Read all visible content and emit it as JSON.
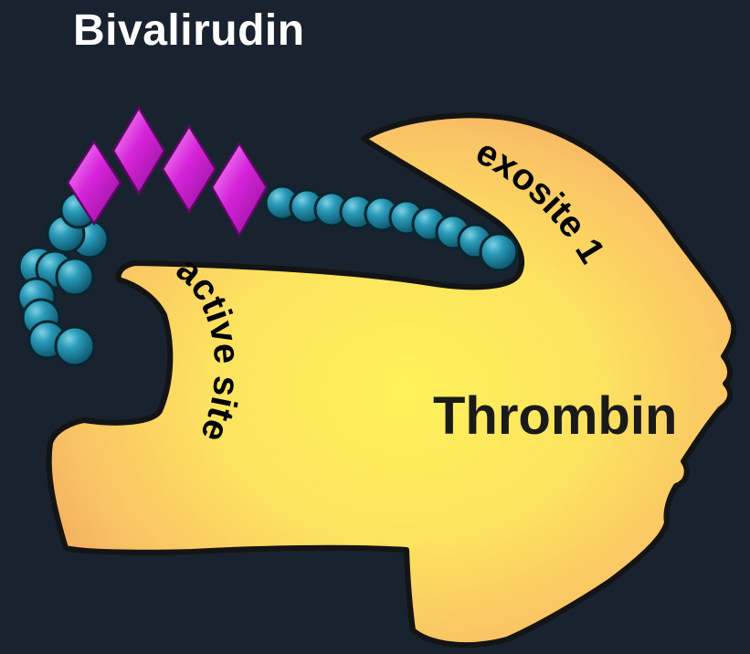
{
  "title": "Bivalirudin",
  "labels": {
    "thrombin": "Thrombin",
    "exosite": "exosite 1",
    "active_site": "active site"
  },
  "colors": {
    "background": "#19222f",
    "thrombin_fill": "#f7b663",
    "thrombin_highlight": "#fff25a",
    "bead": "#1d8aa6",
    "diamond": "#d21ad8",
    "text": "#000000",
    "title": "#ffffff"
  },
  "icons": {
    "bead": "teal-sphere",
    "diamond": "magenta-diamond"
  }
}
